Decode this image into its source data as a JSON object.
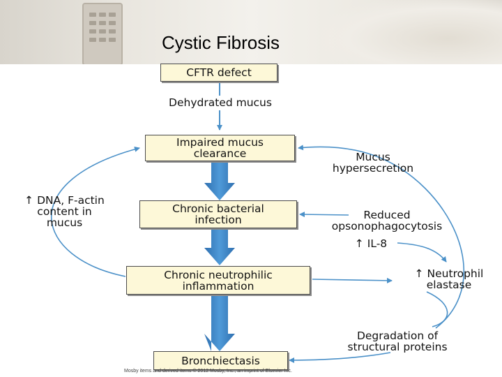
{
  "slide": {
    "title": "Cystic Fibrosis",
    "footer": "Mosby items and derived items © 2012 Mosby, Inc., an imprint of Elsevier Inc."
  },
  "diagram": {
    "boxes": {
      "cftr_defect": "CFTR defect",
      "impaired_clearance": "Impaired mucus\nclearance",
      "chronic_infection": "Chronic bacterial\ninfection",
      "neutrophilic_inflammation": "Chronic neutrophilic\ninflammation",
      "bronchiectasis": "Bronchiectasis"
    },
    "labels": {
      "dehydrated_mucus": "Dehydrated mucus",
      "dna_factin": "↑ DNA, F-actin\ncontent in\nmucus",
      "mucus_hypersecretion": "Mucus\nhypersecretion",
      "reduced_opsono": "Reduced\nopsonophagocytosis",
      "il8": "↑ IL-8",
      "neutrophil_elastase": "↑ Neutrophil\nelastase",
      "degradation": "Degradation of\nstructural proteins"
    },
    "colors": {
      "arrow_blue": "#4a90c8",
      "box_fill": "#fdf8d8"
    }
  }
}
